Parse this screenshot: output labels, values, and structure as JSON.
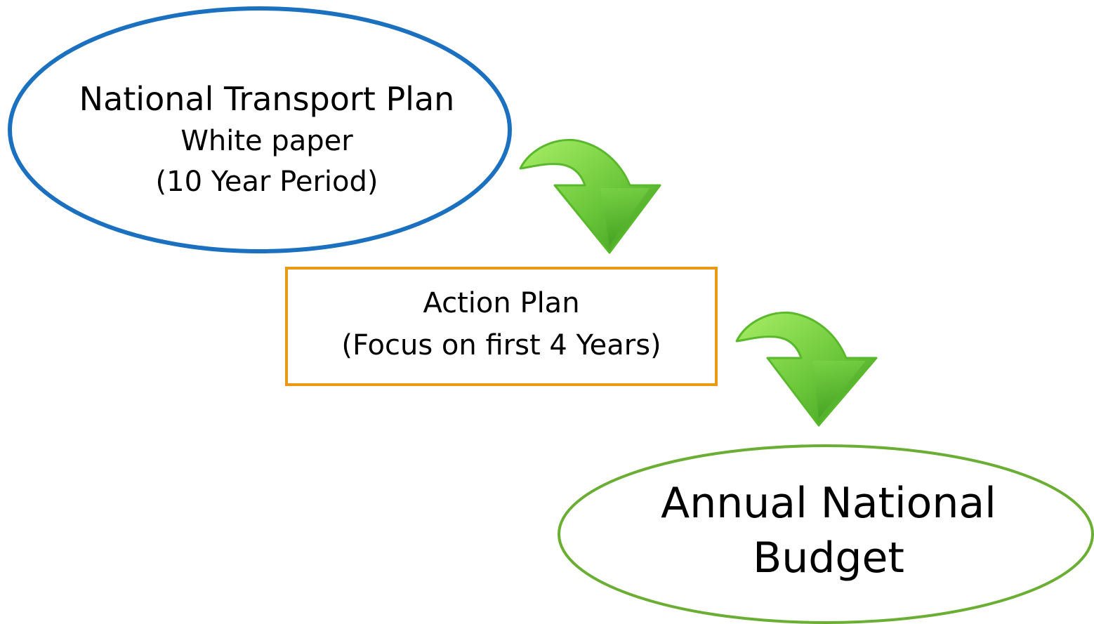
{
  "national_plan": {
    "title": "National Transport Plan",
    "subtitle": "White paper",
    "period": "(10 Year Period)"
  },
  "action_plan": {
    "title": "Action Plan",
    "focus": "(Focus on first 4 Years)"
  },
  "annual_budget": {
    "line1": "Annual National",
    "line2": "Budget"
  },
  "colors": {
    "national_plan_border": "#1b70c0",
    "action_plan_border": "#e89a14",
    "annual_budget_border": "#6aae34",
    "arrow_light": "#9ee65c",
    "arrow_dark": "#3c9a1c"
  },
  "icons": [
    "curved-down-arrow-icon",
    "curved-down-arrow-icon"
  ]
}
